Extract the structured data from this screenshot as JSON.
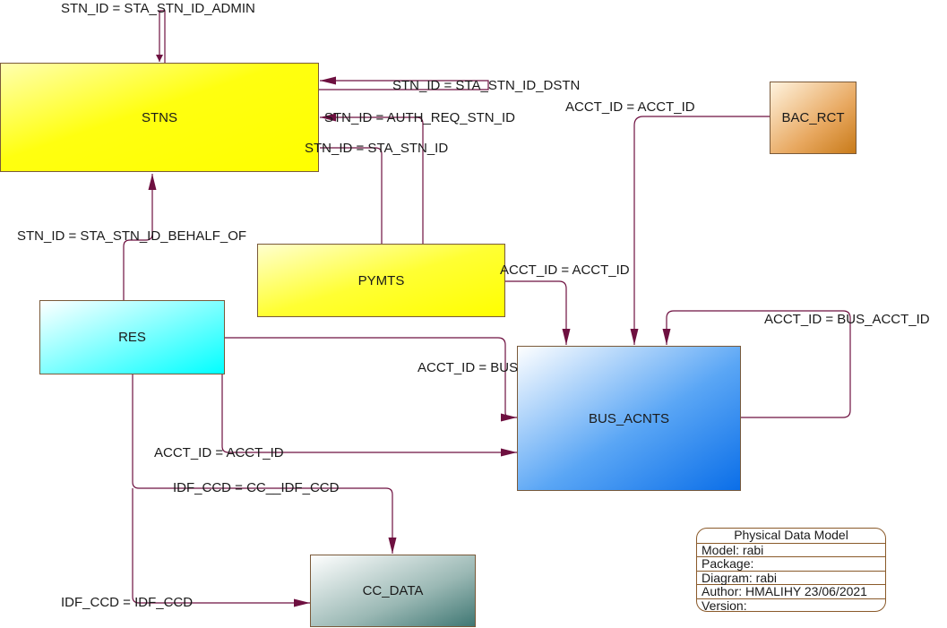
{
  "diagram": {
    "entities": {
      "stns": "STNS",
      "bac_rct": "BAC_RCT",
      "pymts": "PYMTS",
      "res": "RES",
      "bus_acnts": "BUS_ACNTS",
      "cc_data": "CC_DATA"
    },
    "relations": {
      "stn_admin": "STN_ID = STA_STN_ID_ADMIN",
      "stn_dstn": "STN_ID = STA_STN_ID_DSTN",
      "stn_auth": "STN_ID = AUTH_REQ_STN_ID",
      "stn_sta": "STN_ID = STA_STN_ID",
      "stn_behalf": "STN_ID = STA_STN_ID_BEHALF_OF",
      "bac_acct": "ACCT_ID = ACCT_ID",
      "pymts_acct": "ACCT_ID = ACCT_ID",
      "bus_self": "ACCT_ID = BUS_ACCT_ID",
      "res_bus": "ACCT_ID = BUS",
      "res_acct": "ACCT_ID = ACCT_ID",
      "idf_ccd": "IDF_CCD = CC__IDF_CCD",
      "idf_ccd2": "IDF_CCD = IDF_CCD"
    }
  },
  "legend": {
    "title": "Physical Data Model",
    "model": "Model: rabi",
    "package": "Package:",
    "diagram": "Diagram: rabi",
    "author": "Author: HMALIHY 23/06/2021",
    "version": "Version:"
  },
  "colors": {
    "connector": "#6e1040",
    "stns": "#ffff00",
    "pymts": "#ffff33",
    "res": "#00ffff",
    "bus_acnts": "#0a78f0",
    "cc_data": "#4a7f7a",
    "bac_rct": "#d6892a",
    "border": "#7a5a3a"
  }
}
